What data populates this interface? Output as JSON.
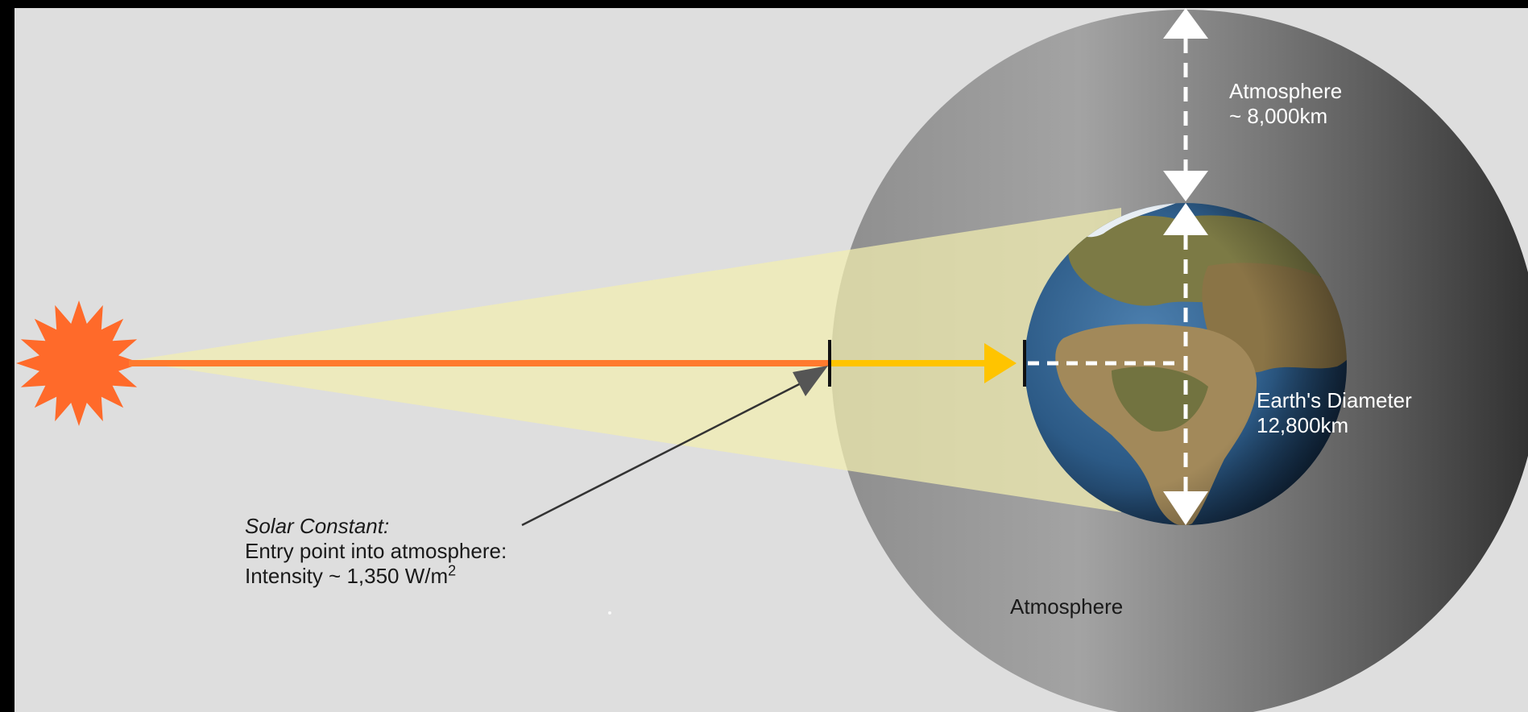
{
  "colors": {
    "panel_bg": "#dedede",
    "frame": "#000000",
    "sun": "#ff6a2a",
    "beam_core": "#ff7a2e",
    "beam_glow": "#f5f2b2",
    "entry_arrow": "#ffc400",
    "atmosphere_light": "#9a9a9a",
    "atmosphere_dark": "#3a3a3a",
    "ocean": "#2b5f8f",
    "land": "#7b6a3e"
  },
  "icons": {
    "sun": "sun-icon",
    "earth": "earth-globe-icon"
  },
  "labels": {
    "atmosphere_top_line1": "Atmosphere",
    "atmosphere_top_line2": "~ 8,000km",
    "earth_diameter_line1": "Earth's Diameter",
    "earth_diameter_line2": "12,800km",
    "atmosphere_bottom": "Atmosphere",
    "solar_constant_title": "Solar Constant:",
    "solar_constant_line1": "Entry point into atmosphere:",
    "solar_constant_line2": "Intensity ~ 1,350 W/m",
    "solar_constant_sup": "2"
  }
}
